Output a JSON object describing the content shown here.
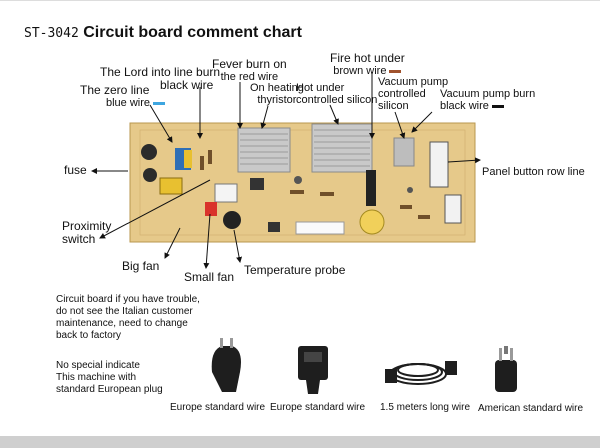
{
  "header": {
    "code": "ST-3042",
    "title": "Circuit board comment chart"
  },
  "labels": {
    "lord_line_1": "The Lord into line burn",
    "lord_line_2": "black wire",
    "zero_line_1": "The zero line",
    "zero_line_2": "blue wire",
    "fever_1": "Fever burn on",
    "fever_2": "the red wire",
    "heating_1": "On heating",
    "heating_2": "thyristor",
    "hot_under_1": "Hot under",
    "hot_under_2": "controlled silicon",
    "fire_hot_1": "Fire hot under",
    "fire_hot_2": "brown wire",
    "vac_pump_1": "Vacuum pump",
    "vac_pump_2": "controlled",
    "vac_pump_3": "silicon",
    "vac_burn_1": "Vacuum pump burn",
    "vac_burn_2": "black wire",
    "fuse": "fuse",
    "panel_button": "Panel button row line",
    "proximity_1": "Proximity",
    "proximity_2": "switch",
    "big_fan": "Big fan",
    "small_fan": "Small fan",
    "temp_probe": "Temperature probe"
  },
  "wire_colors": {
    "blue": "#3ea6e0",
    "brown": "#a0522d",
    "black": "#111111"
  },
  "notes": {
    "trouble_1": "Circuit board if you have trouble,",
    "trouble_2": "do not see the Italian customer",
    "trouble_3": "maintenance, need to change",
    "trouble_4": "back to factory",
    "plug_1": "No special indicate",
    "plug_2": "This machine with",
    "plug_3": "standard European plug"
  },
  "plugs": [
    {
      "caption": "Europe standard wire",
      "icon": "euro-plug-icon"
    },
    {
      "caption": "Europe standard wire",
      "icon": "iec-plug-icon"
    },
    {
      "caption": "1.5 meters long wire",
      "icon": "coiled-cable-icon"
    },
    {
      "caption": "American standard wire",
      "icon": "us-plug-icon"
    }
  ]
}
